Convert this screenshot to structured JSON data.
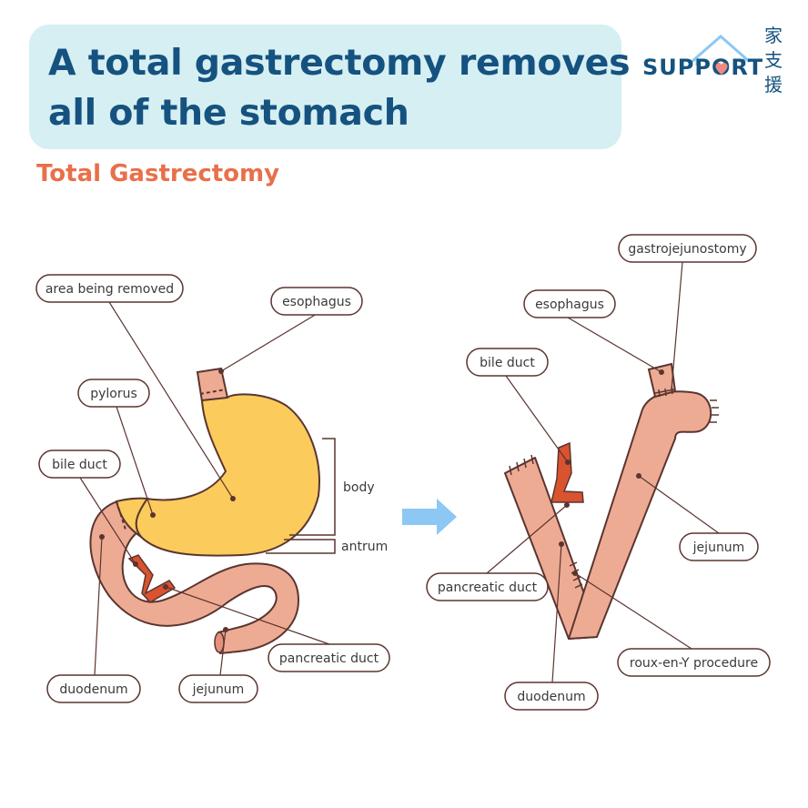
{
  "header": {
    "title_line1": "A total gastrectomy removes",
    "title_line2": "all of the stomach",
    "subtitle": "Total Gastrectomy"
  },
  "logo": {
    "word": "SUPPORT",
    "cjk": [
      "家",
      "支",
      "援"
    ]
  },
  "left_labels": {
    "area_removed": "area being removed",
    "esophagus": "esophagus",
    "pylorus": "pylorus",
    "bile_duct": "bile duct",
    "body": "body",
    "antrum": "antrum",
    "pancreatic_duct": "pancreatic duct",
    "duodenum": "duodenum",
    "jejunum": "jejunum"
  },
  "right_labels": {
    "gastrojejunostomy": "gastrojejunostomy",
    "esophagus": "esophagus",
    "bile_duct": "bile duct",
    "jejunum": "jejunum",
    "pancreatic_duct": "pancreatic duct",
    "roux_en_y": "roux-en-Y procedure",
    "duodenum": "duodenum"
  },
  "colors": {
    "title_box": "#d5eff3",
    "title_text": "#15527f",
    "subtitle": "#e8704a",
    "stomach": "#fbcb5c",
    "intestine": "#eeab93",
    "duct": "#d9532f",
    "arrow": "#8cc8f3",
    "outline": "#5a3530"
  }
}
